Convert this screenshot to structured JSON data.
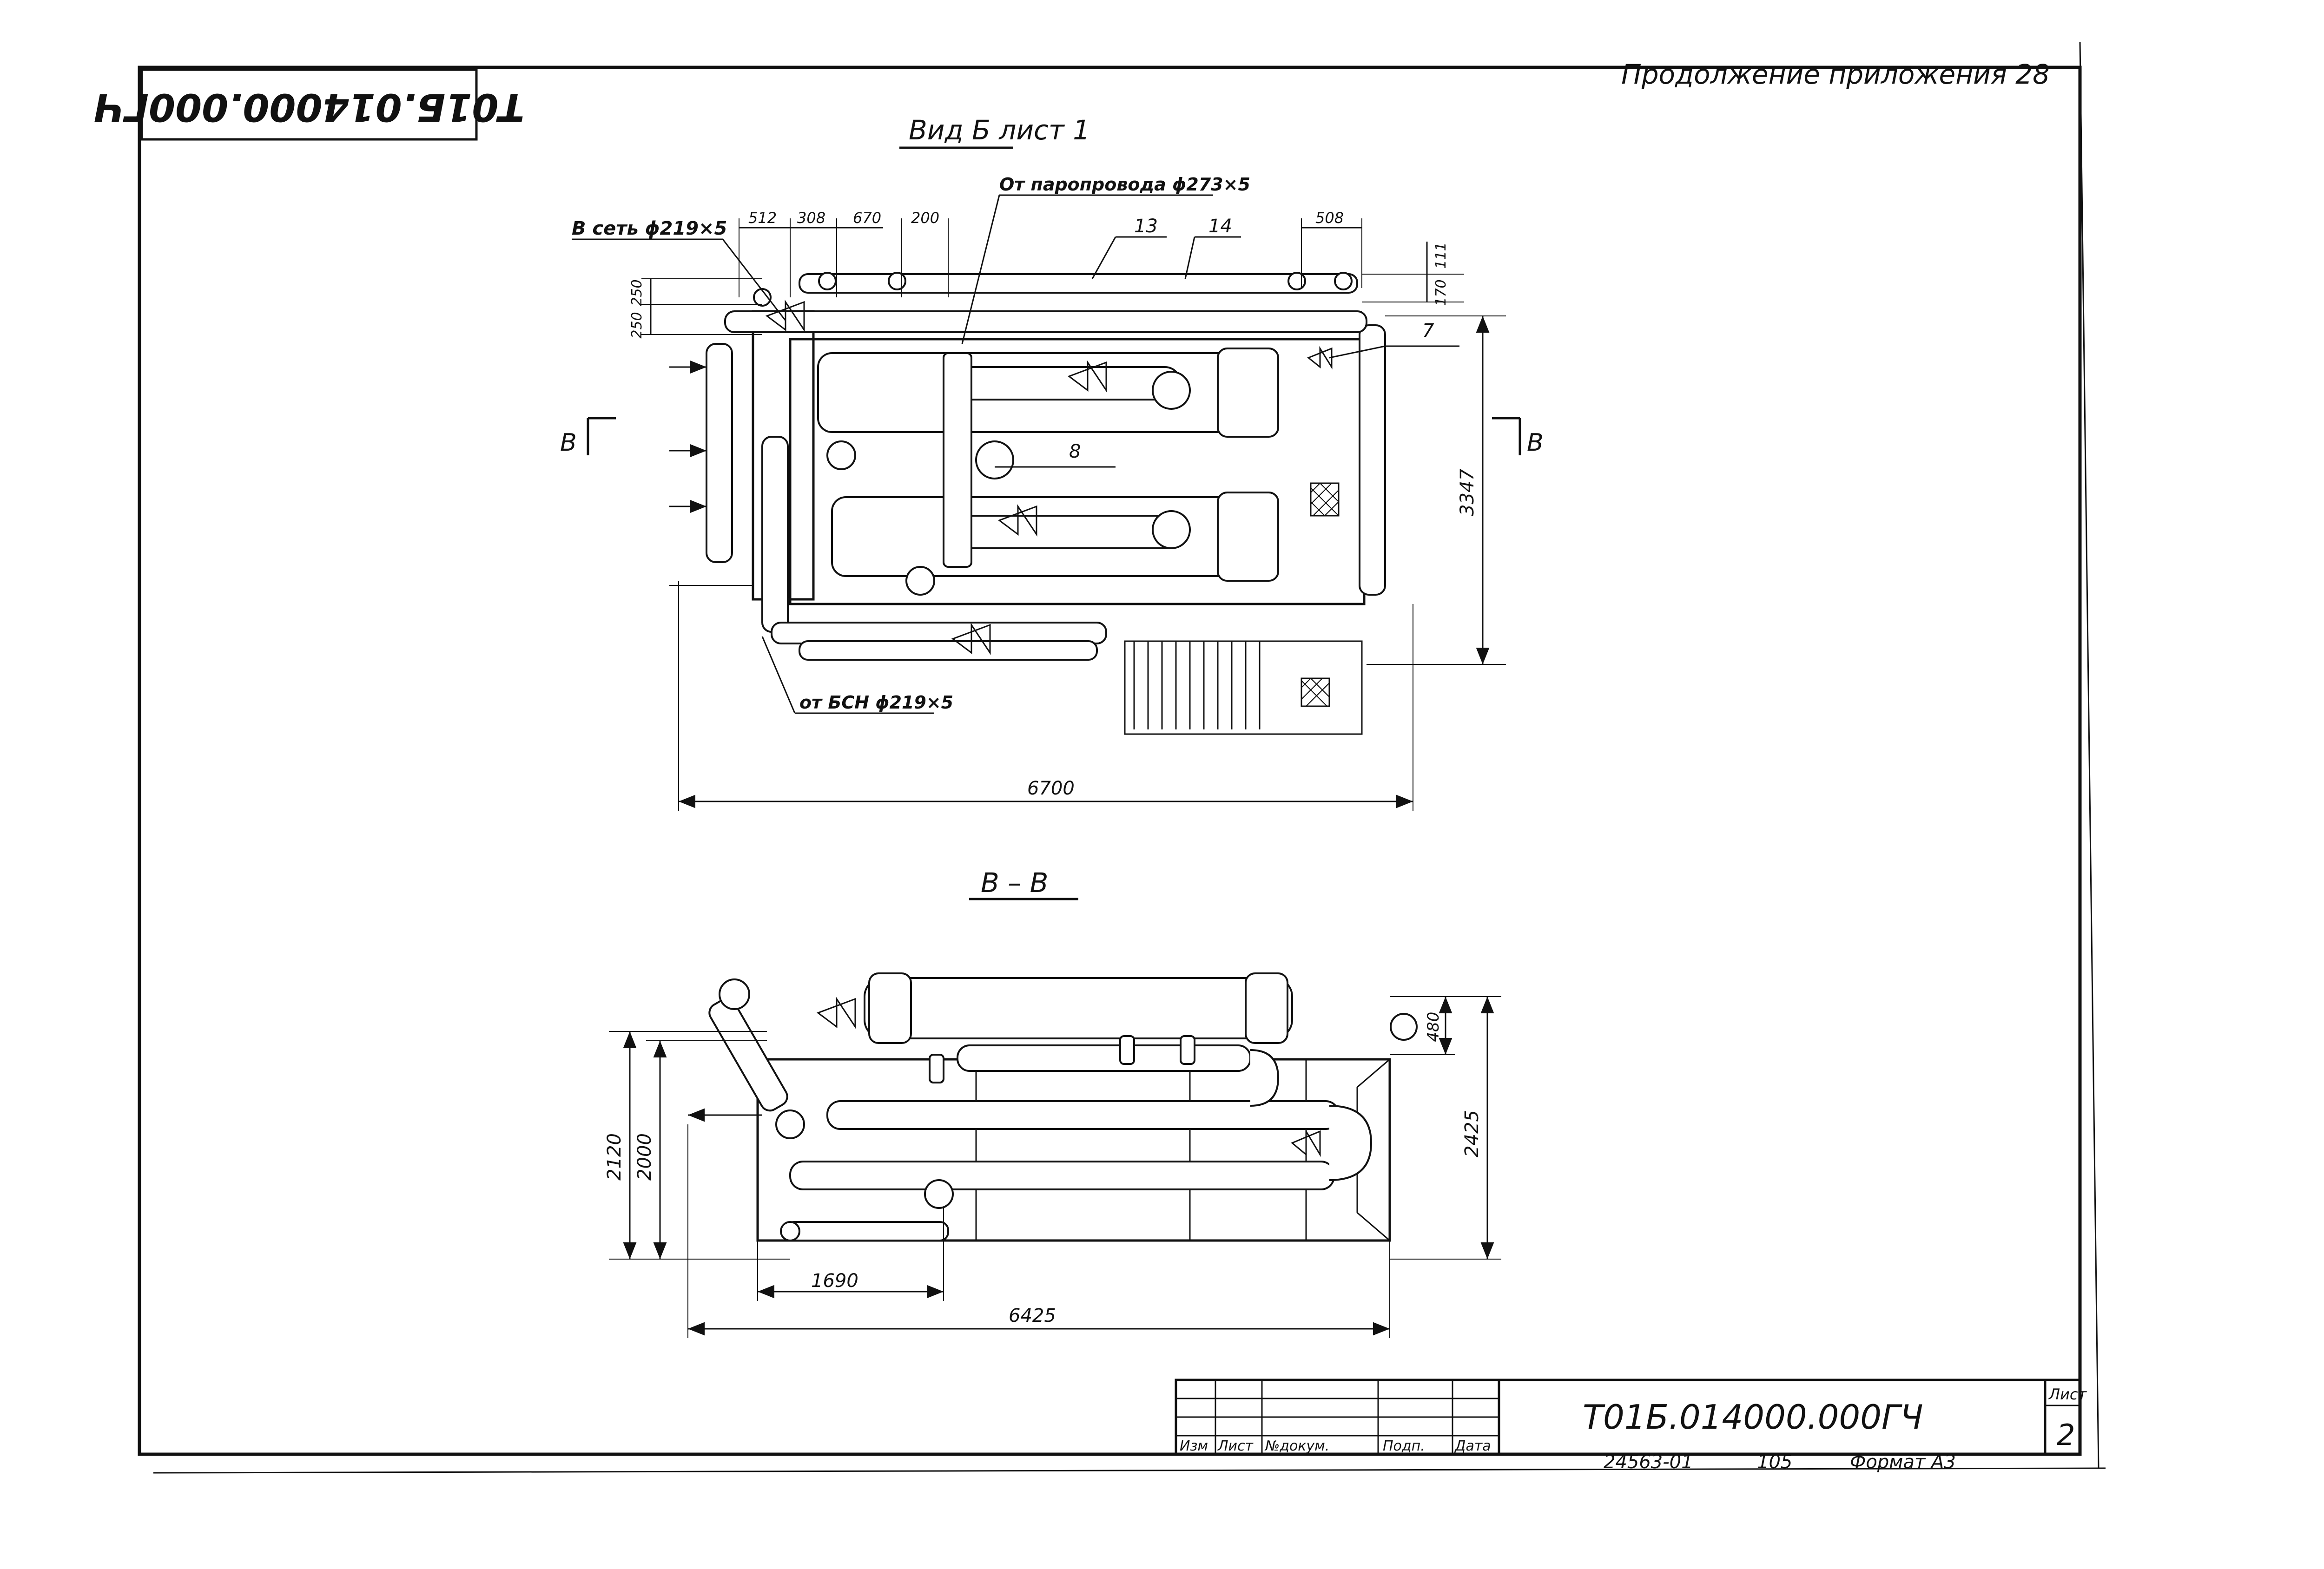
{
  "sheet": {
    "header_note": "Продолжение приложения 28",
    "rotated_stamp": "Т01Б.014000.000ГЧ"
  },
  "view_b": {
    "title": "Вид Б   лист 1",
    "label_to_network": "В сеть ϕ219×5",
    "label_from_steam": "От паропровода ϕ273×5",
    "label_from_bsn": "от БСН ϕ219×5",
    "section_mark_left": "В",
    "section_mark_right": "В",
    "dims": {
      "d512": "512",
      "d308": "308",
      "d670": "670",
      "d200": "200",
      "d508": "508",
      "d111": "111",
      "d170": "170",
      "d250a": "250",
      "d250b": "250",
      "d3347": "3347",
      "d6700": "6700"
    },
    "callouts": {
      "c13": "13",
      "c14": "14",
      "c7": "7",
      "c8": "8"
    }
  },
  "section_vv": {
    "title": "В – В",
    "dims": {
      "d2120": "2120",
      "d2000": "2000",
      "d480": "480",
      "d2425": "2425",
      "d1690": "1690",
      "d6425": "6425"
    }
  },
  "title_block": {
    "doc_code": "Т01Б.014000.000ГЧ",
    "sheet_label": "Лист",
    "sheet_number": "2",
    "columns": [
      "Изм",
      "Лист",
      "№докум.",
      "Подп.",
      "Дата"
    ],
    "footer_inventory": "24563-01",
    "footer_page": "105",
    "footer_format": "Формат А3"
  }
}
